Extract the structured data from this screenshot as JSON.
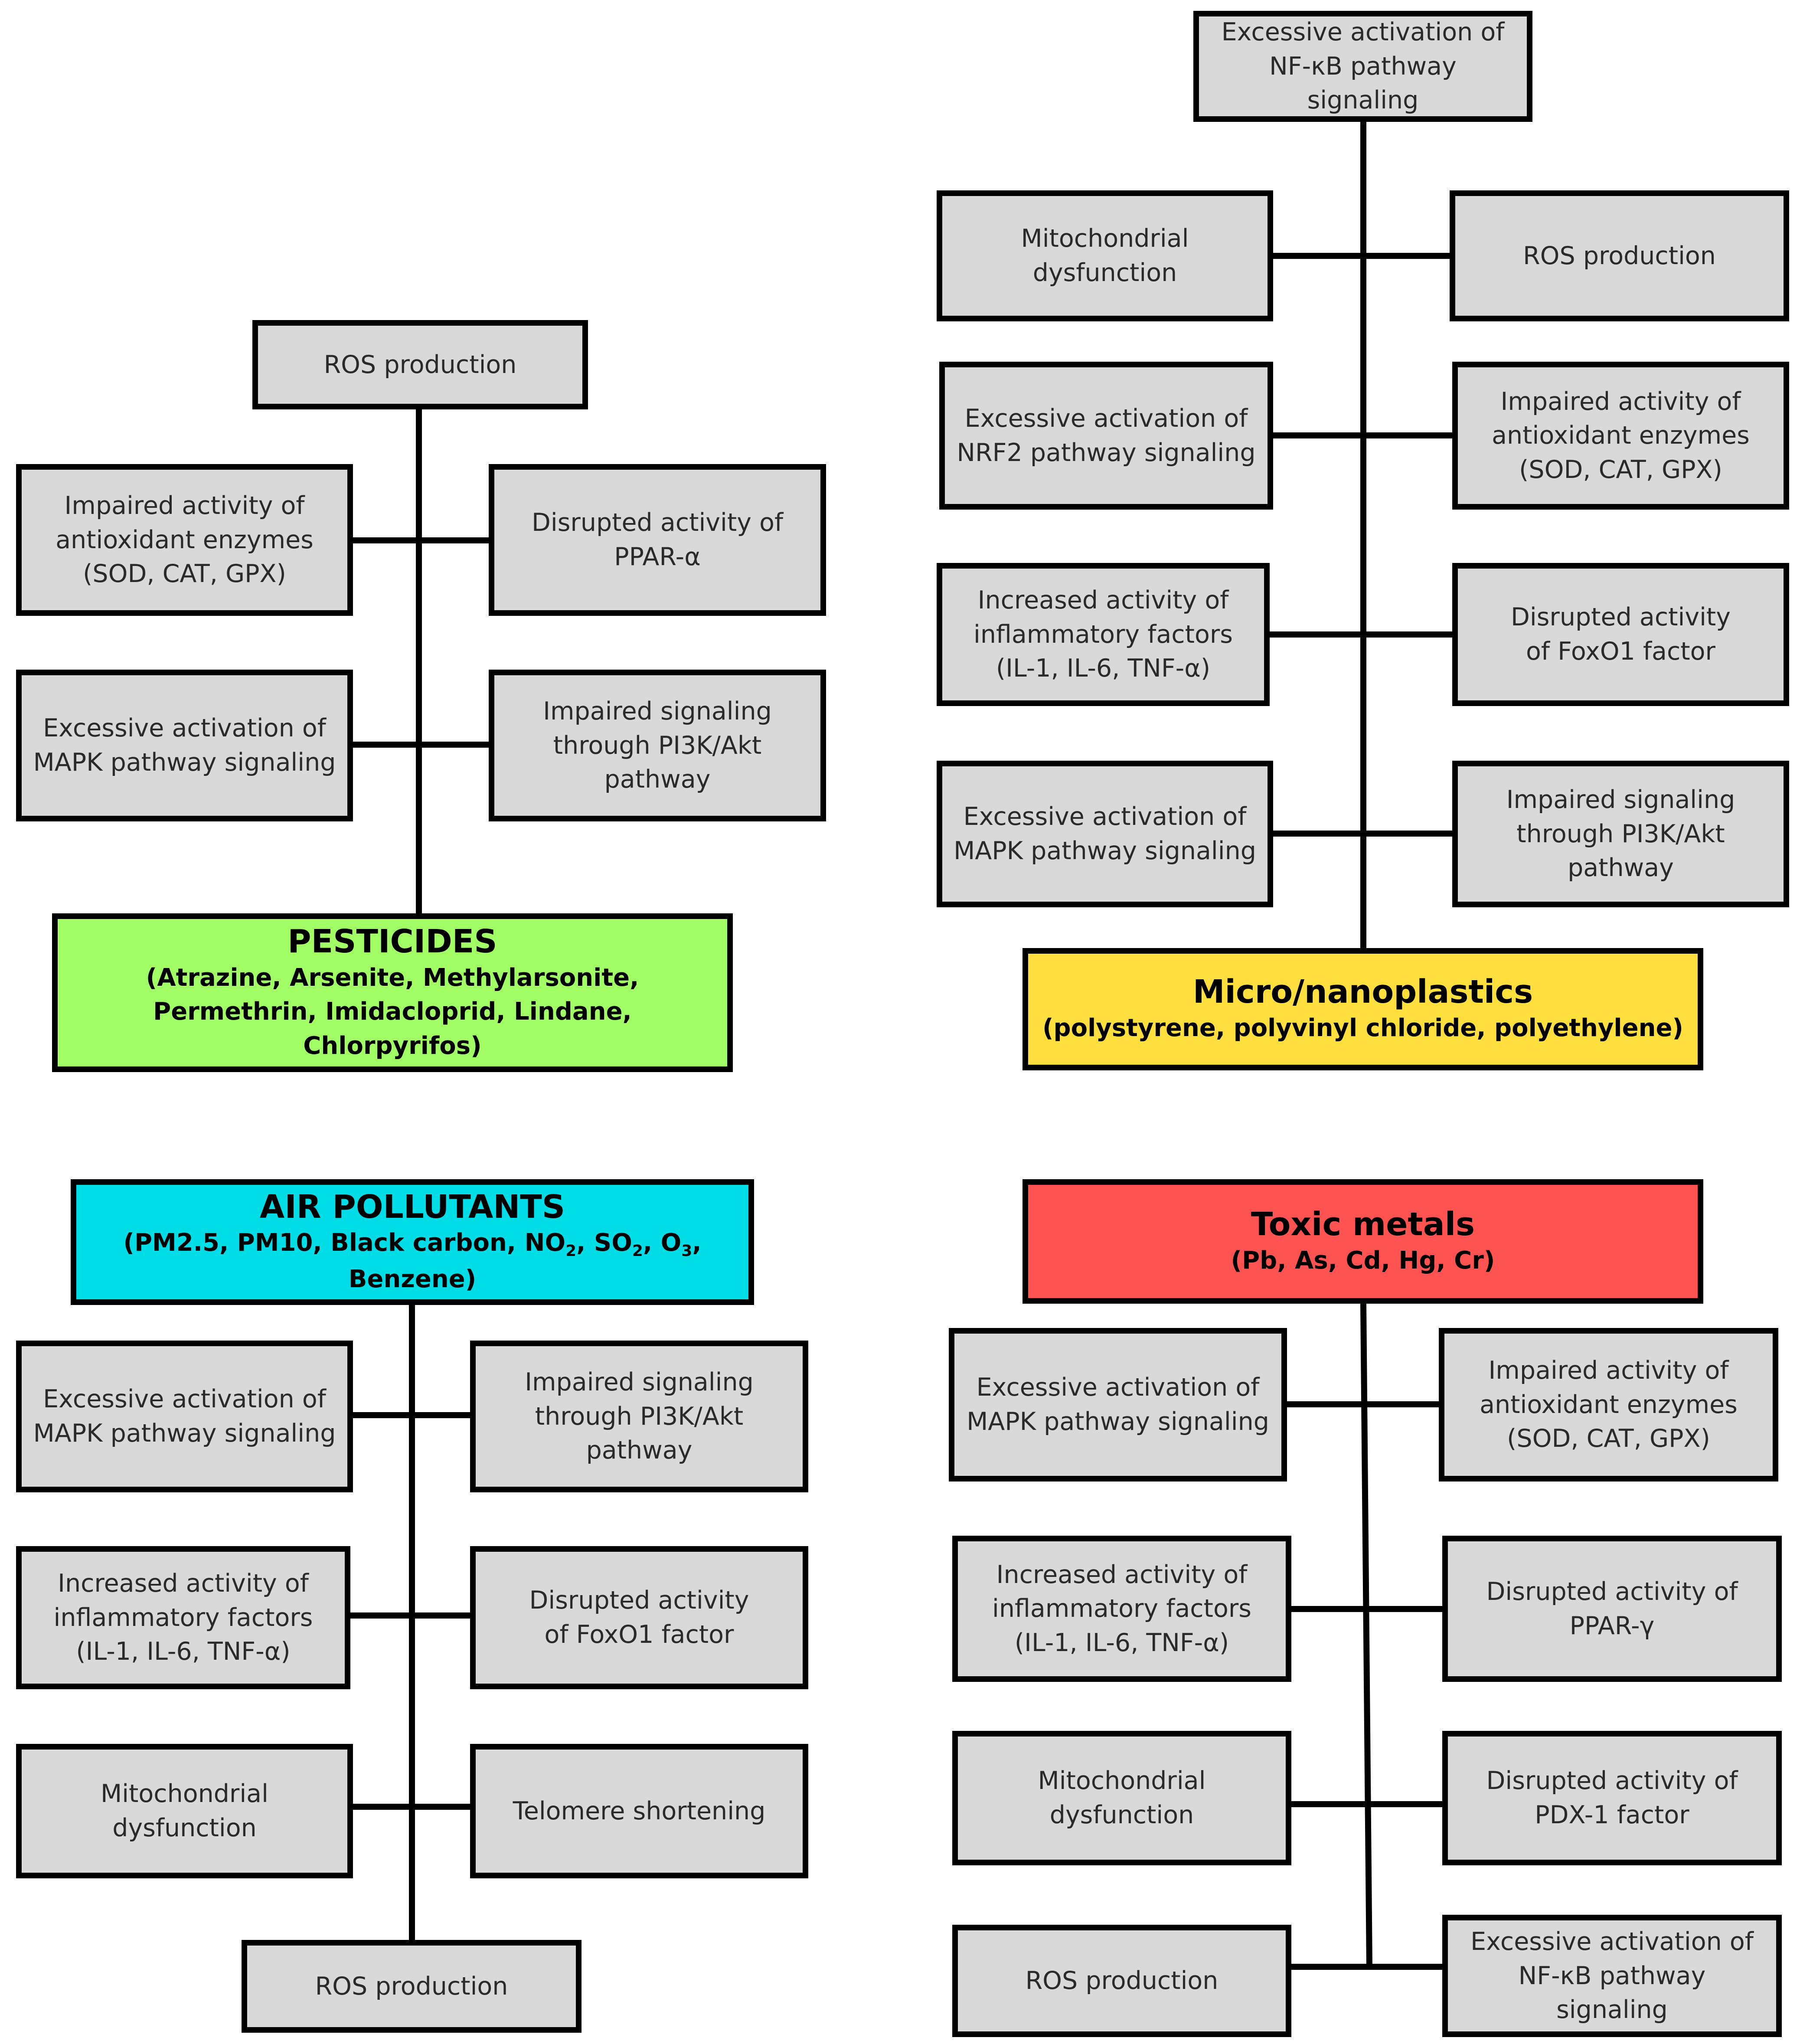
{
  "colors": {
    "pesticides": "#a2fe65",
    "plastics": "#ffdf3d",
    "air": "#00dde6",
    "metals": "#ff5352",
    "box": "#d9d9d9",
    "line": "#000000"
  },
  "pesticides": {
    "title": "PESTICIDES",
    "subtitle": "(Atrazine, Arsenite, Methylarsonite, Permethrin, Imidacloprid, Lindane, Chlorpyrifos)",
    "ros": "ROS production",
    "antioxidant": "Impaired activity of antioxidant enzymes (SOD, CAT, GPX)",
    "ppar": "Disrupted activity of PPAR-α",
    "mapk": "Excessive activation of MAPK pathway signaling",
    "pi3k": "Impaired signaling through PI3K/Akt pathway"
  },
  "plastics": {
    "title": "Micro/nanoplastics",
    "subtitle": "(polystyrene, polyvinyl chloride, polyethylene)",
    "nfkb": "Excessive activation of NF-κB pathway signaling",
    "mito": "Mitochondrial dysfunction",
    "ros": "ROS production",
    "nrf2": "Excessive activation of NRF2 pathway signaling",
    "antioxidant": "Impaired activity of antioxidant enzymes (SOD, CAT, GPX)",
    "inflam": "Increased activity of inflammatory factors (IL-1, IL-6, TNF-α)",
    "foxo1": "Disrupted activity of FoxO1 factor",
    "mapk": "Excessive activation of MAPK pathway signaling",
    "pi3k": "Impaired signaling through PI3K/Akt pathway"
  },
  "air": {
    "title": "AIR POLLUTANTS",
    "subtitle_parts": [
      "(PM2.5, PM10, Black carbon, NO",
      "2",
      ", SO",
      "2",
      ", O",
      "3",
      ", Benzene)"
    ],
    "mapk": "Excessive activation of MAPK pathway signaling",
    "pi3k": "Impaired signaling through PI3K/Akt pathway",
    "inflam": "Increased activity of inflammatory factors (IL-1, IL-6, TNF-α)",
    "foxo1": "Disrupted activity of FoxO1 factor",
    "mito": "Mitochondrial dysfunction",
    "telomere": "Telomere shortening",
    "ros": "ROS production"
  },
  "metals": {
    "title": "Toxic metals",
    "subtitle": "(Pb, As, Cd, Hg, Cr)",
    "mapk": "Excessive activation of MAPK pathway signaling",
    "antioxidant": "Impaired activity of antioxidant enzymes (SOD, CAT, GPX)",
    "inflam": "Increased activity of inflammatory factors (IL-1, IL-6, TNF-α)",
    "pparg": "Disrupted activity of PPAR-γ",
    "mito": "Mitochondrial dysfunction",
    "pdx1": "Disrupted activity of PDX-1 factor",
    "ros": "ROS production",
    "nfkb": "Excessive activation of NF-κB pathway signaling"
  }
}
